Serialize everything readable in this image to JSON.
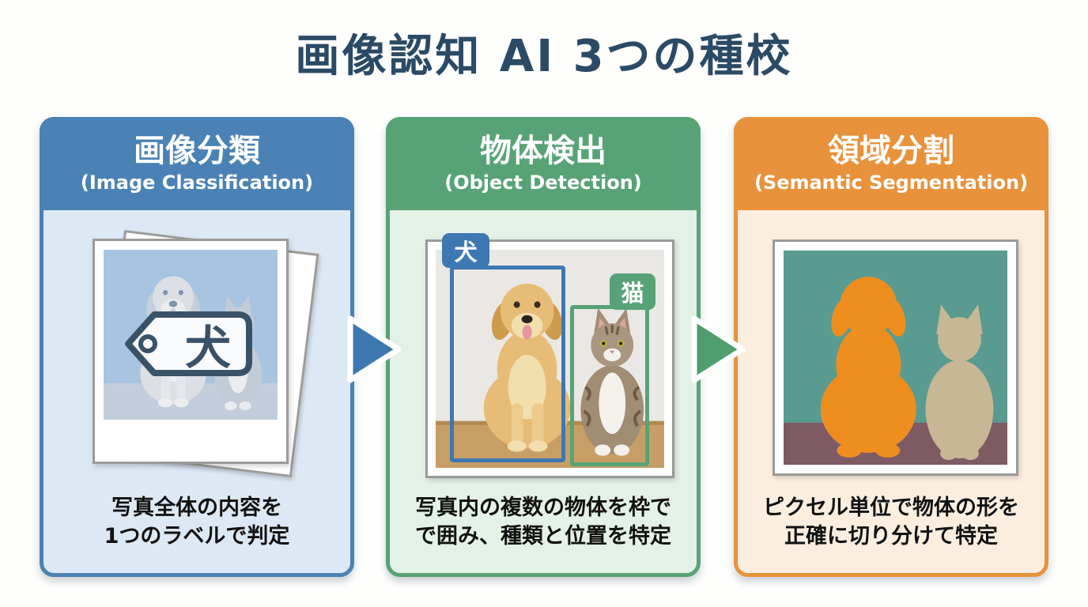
{
  "title": "画像認知 AI 3つの種校",
  "title_color": "#2b4a66",
  "cards": [
    {
      "title_jp": "画像分類",
      "title_en": "(Image Classification)",
      "caption_line1": "写真全体の内容を",
      "caption_line2": "1つのラベルで判定",
      "tag_label": "犬",
      "accent_color": "#4a82b5",
      "body_color": "#dce9f4"
    },
    {
      "title_jp": "物体検出",
      "title_en": "(Object Detection)",
      "caption_line1": "写真内の複数の物体を枠で",
      "caption_line2": "で囲み、種類と位置を特定",
      "dog_box_label": "犬",
      "cat_box_label": "猫",
      "dog_box_color": "#3e78b2",
      "cat_box_color": "#57a377",
      "accent_color": "#57a376",
      "body_color": "#e3f1e6"
    },
    {
      "title_jp": "領域分割",
      "title_en": "(Semantic Segmentation)",
      "caption_line1": "ピクセル単位で物体の形を",
      "caption_line2": "正確に切り分けて特定",
      "accent_color": "#e8923c",
      "body_color": "#fbeedf",
      "segment_colors": {
        "dog": "#ee8e1f",
        "cat": "#c8b694",
        "background": "#599b90",
        "floor": "#7d5a64"
      }
    }
  ],
  "arrows": [
    {
      "label": "flow-arrow-1",
      "color": "#3d79b0"
    },
    {
      "label": "flow-arrow-2",
      "color": "#4e9e6f"
    }
  ]
}
